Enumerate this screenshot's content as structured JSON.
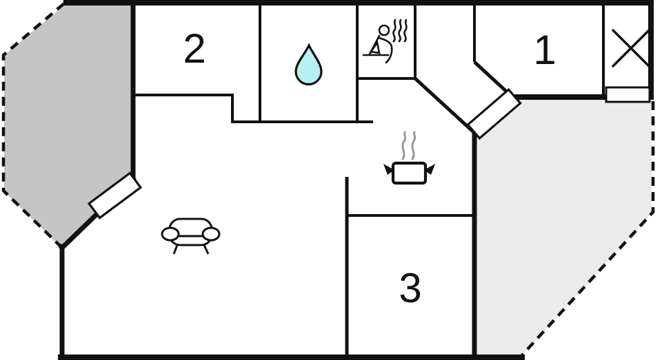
{
  "floorplan": {
    "title": "holiday-home-floor-plan",
    "rooms": {
      "bedroom1": {
        "label": "1"
      },
      "bedroom2": {
        "label": "2"
      },
      "bedroom3": {
        "label": "3"
      }
    },
    "icons": {
      "bathroom": "water-drop-icon",
      "sauna": "sauna-person-icon",
      "kitchen": "cooking-pot-icon",
      "living_room": "sofa-icon",
      "closet": "x-mark-icon",
      "doors": "door-swing-rect",
      "window": "window-rect"
    },
    "colors": {
      "wall": "#111111",
      "terrace_left": "#c5c5c5",
      "terrace_right": "#ebebeb",
      "water_drop": "#b5f1f3",
      "steam_gray": "#999999",
      "background": "#ffffff"
    }
  }
}
